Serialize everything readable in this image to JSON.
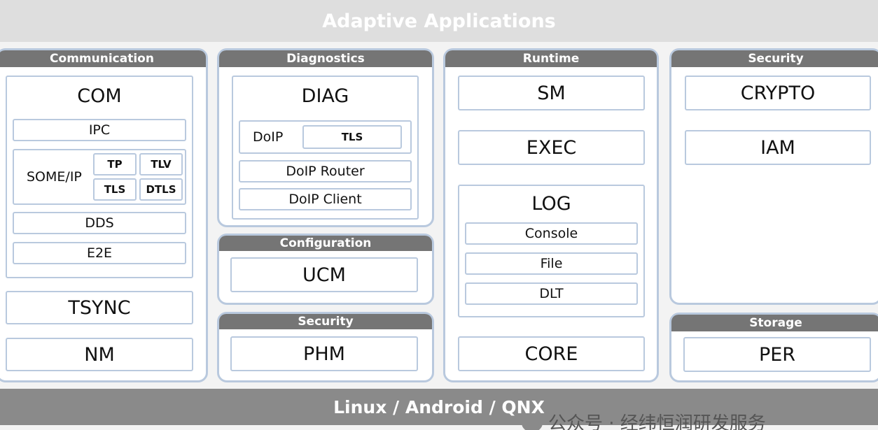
{
  "top_bar": "Adaptive Applications",
  "bottom_bar": "Linux / Android / QNX",
  "watermark": "公众号 · 经纬恒润研发服务",
  "colors": {
    "bar": "#dedede",
    "os_bar": "#8a8a8a",
    "header": "#757575",
    "border": "#b9c9de"
  },
  "communication": {
    "header": "Communication",
    "com": "COM",
    "ipc": "IPC",
    "someip": "SOME/IP",
    "tp": "TP",
    "tlv": "TLV",
    "tls": "TLS",
    "dtls": "DTLS",
    "dds": "DDS",
    "e2e": "E2E",
    "tsync": "TSYNC",
    "nm": "NM"
  },
  "diagnostics": {
    "header": "Diagnostics",
    "diag": "DIAG",
    "doip": "DoIP",
    "tls": "TLS",
    "doip_router": "DoIP Router",
    "doip_client": "DoIP Client"
  },
  "configuration": {
    "header": "Configuration",
    "ucm": "UCM"
  },
  "security_mid": {
    "header": "Security",
    "phm": "PHM"
  },
  "runtime": {
    "header": "Runtime",
    "sm": "SM",
    "exec": "EXEC",
    "log": "LOG",
    "console": "Console",
    "file": "File",
    "dlt": "DLT",
    "core": "CORE"
  },
  "security_right": {
    "header": "Security",
    "crypto": "CRYPTO",
    "iam": "IAM"
  },
  "storage": {
    "header": "Storage",
    "per": "PER"
  }
}
